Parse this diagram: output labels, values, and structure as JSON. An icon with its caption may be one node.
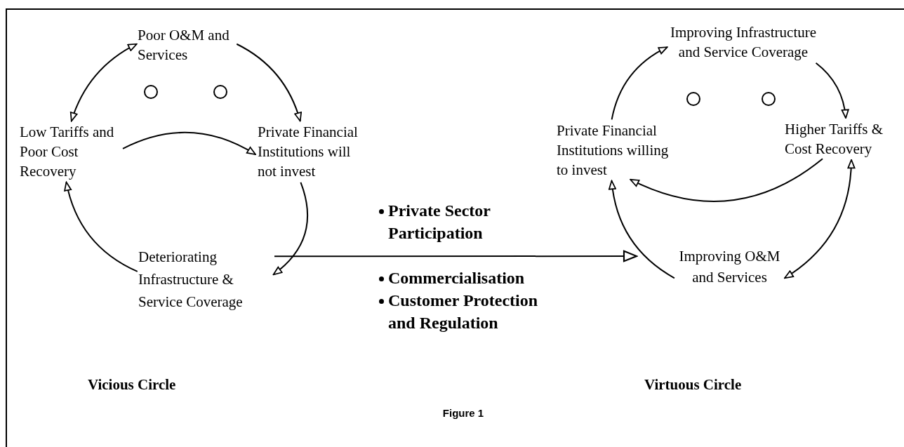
{
  "diagram": {
    "caption": "Figure 1",
    "nodes": [
      {
        "text": [
          "Poor O&M and Services"
        ]
      },
      {
        "text": [
          "Low Tariffs and Poor Cost Recovery"
        ]
      },
      {
        "text": [
          "Private Financial Institutions will not invest"
        ]
      },
      {
        "text": [
          "Deteriorating Infrastructure & Service Coverage"
        ]
      },
      {
        "text": [
          "Improving Infrastructure and Service Coverage"
        ]
      },
      {
        "text": [
          "Private Financial Institutions willing to invest"
        ]
      },
      {
        "text": [
          "Higher Tariffs & Cost Recovery"
        ]
      },
      {
        "text": [
          "Improving O&M and Services"
        ]
      }
    ],
    "edges": [
      {
        "from": 0,
        "to": 1,
        "arrow": "both"
      },
      {
        "from": 0,
        "to": 2,
        "arrow": "to"
      },
      {
        "from": 1,
        "to": 2,
        "arrow": "to"
      },
      {
        "from": 2,
        "to": 3,
        "arrow": "to"
      },
      {
        "from": 3,
        "to": 1,
        "arrow": "to"
      },
      {
        "from": 5,
        "to": 4,
        "arrow": "to"
      },
      {
        "from": 4,
        "to": 6,
        "arrow": "to"
      },
      {
        "from": 6,
        "to": 5,
        "arrow": "to"
      },
      {
        "from": 6,
        "to": 7,
        "arrow": "both"
      },
      {
        "from": 7,
        "to": 5,
        "arrow": "to"
      },
      {
        "from": 3,
        "to": 7,
        "arrow": "to"
      }
    ],
    "labels": [
      "Private Sector Participation",
      "Commercialisation",
      "Customer Protection and Regulation",
      "Vicious Circle",
      "Virtuous Circle"
    ]
  }
}
